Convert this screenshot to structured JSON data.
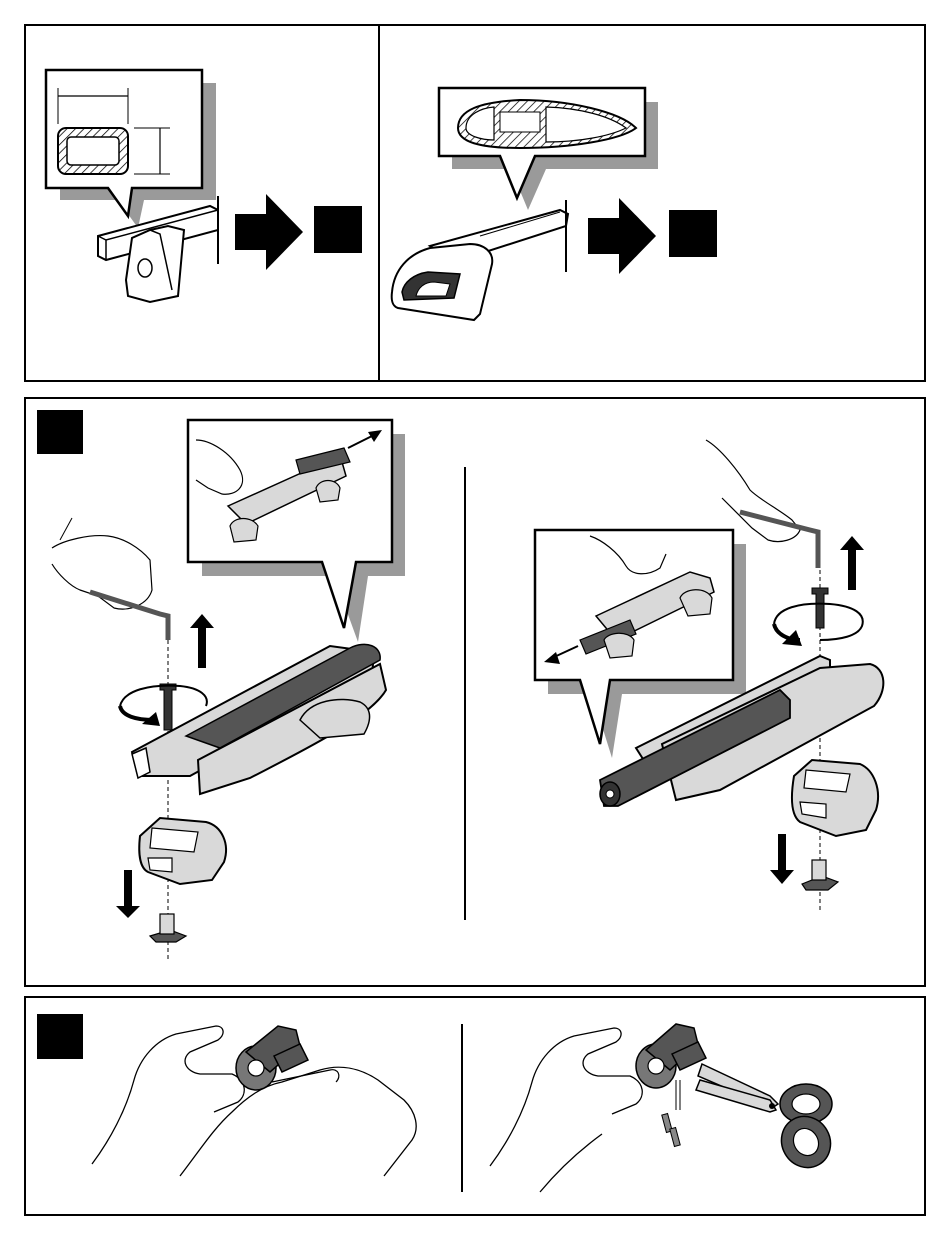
{
  "colors": {
    "ink": "#000000",
    "paper": "#ffffff",
    "part_fill": "#d9d9d9",
    "rubber_fill": "#555555",
    "callout_shadow": "#9a9a9a"
  },
  "panels": [
    {
      "name": "bar-type-selection",
      "cells": [
        {
          "name": "square-bar",
          "icon": "square-steel-bar-profile-icon"
        },
        {
          "name": "aero-bar",
          "icon": "aero-bar-profile-icon"
        }
      ]
    },
    {
      "name": "remove-end-cap-and-foot",
      "steps": [
        {
          "name": "square-bar-step",
          "icon": "allen-key-unscrew-icon"
        },
        {
          "name": "aero-bar-step",
          "icon": "allen-key-unscrew-icon"
        }
      ]
    },
    {
      "name": "prepare-rubber-strip",
      "steps": [
        {
          "name": "fold-strip",
          "icon": "hands-with-clip-icon"
        },
        {
          "name": "cut-strip",
          "icon": "scissors-icon"
        }
      ]
    }
  ]
}
